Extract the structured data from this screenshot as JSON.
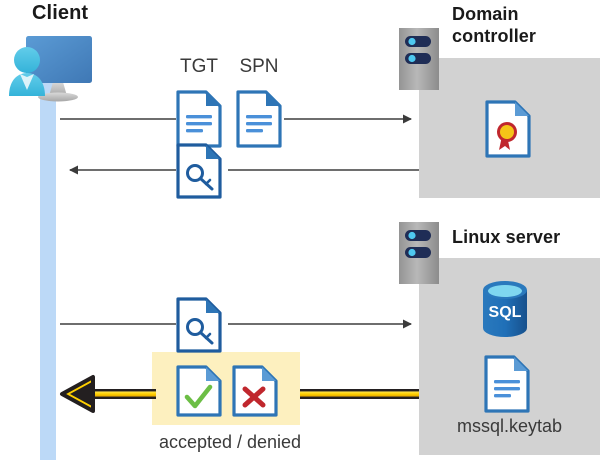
{
  "diagram": {
    "title_client": "Client",
    "title_domain_controller": "Domain controller",
    "title_linux_server": "Linux server",
    "label_keytab": "mssql.keytab",
    "label_accepted_denied": "accepted / denied",
    "label_tgt": "TGT",
    "label_spn": "SPN"
  },
  "icons": {
    "client": "client-workstation-icon",
    "server_dc": "server-tower-icon",
    "server_linux": "server-tower-icon",
    "doc_tgt": "document-text-icon",
    "doc_spn": "document-text-icon",
    "doc_key_reply": "document-key-icon",
    "doc_key_request": "document-key-icon",
    "doc_certificate": "document-certificate-icon",
    "doc_sql": "sql-database-icon",
    "doc_keytab": "document-text-icon",
    "doc_accepted": "document-check-icon",
    "doc_denied": "document-cross-icon"
  },
  "colors": {
    "panel_gray": "#d2d2d2",
    "lifeline_blue": "#bcd9f7",
    "highlight_yellow": "#fdf0bf",
    "arrow_gray": "#595959",
    "arrow_yellow": "#ffd400",
    "arrow_yellow_outline": "#231f20",
    "doc_blue": "#2e75b6",
    "doc_blue_dark": "#1f5c9e",
    "accent_green": "#6cbe45",
    "accent_red": "#c0272d",
    "sql_blue": "#1f6fb5",
    "cert_gold": "#f5c518",
    "cert_red": "#c0272d",
    "server_gray": "#a6a6a6",
    "server_navy": "#1f2d56",
    "server_cyan": "#4ec8f0"
  },
  "flows": [
    {
      "name": "client-to-dc-tgt-spn",
      "direction": "right",
      "from": "client",
      "to": "domain-controller"
    },
    {
      "name": "dc-to-client-ticket",
      "direction": "left",
      "from": "domain-controller",
      "to": "client"
    },
    {
      "name": "client-to-linux-ticket",
      "direction": "right",
      "from": "client",
      "to": "linux-server"
    },
    {
      "name": "linux-to-client-result",
      "direction": "left",
      "from": "linux-server",
      "to": "client"
    }
  ]
}
